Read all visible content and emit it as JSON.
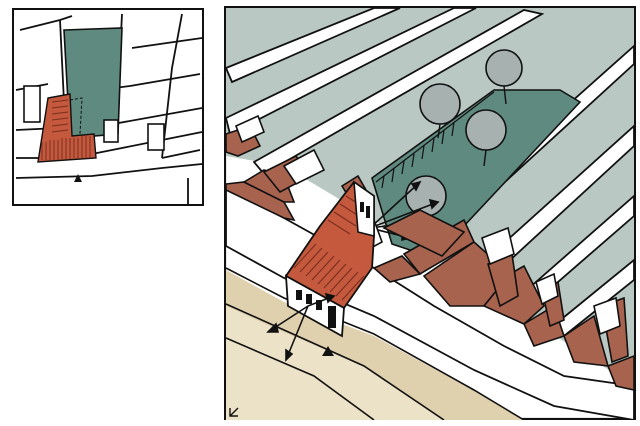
{
  "colors": {
    "roof_terracotta": "#a8634f",
    "roof_terracotta_dark": "#8f4e3c",
    "courtyard_green": "#5f8a7f",
    "lot_sage": "#b9c8c2",
    "street_sand": "#dfd0ae",
    "street_sand_light": "#ece2c8",
    "wall_white": "#ffffff",
    "ink": "#111111"
  },
  "icons": {
    "viewpoint": "triangle-up-icon",
    "trees": "tree-canopy-icon",
    "corner_mark": "north-corner-icon"
  },
  "panels": [
    {
      "id": "inset",
      "kind": "plan-site-key"
    },
    {
      "id": "main",
      "kind": "axonometric-perspective"
    }
  ]
}
